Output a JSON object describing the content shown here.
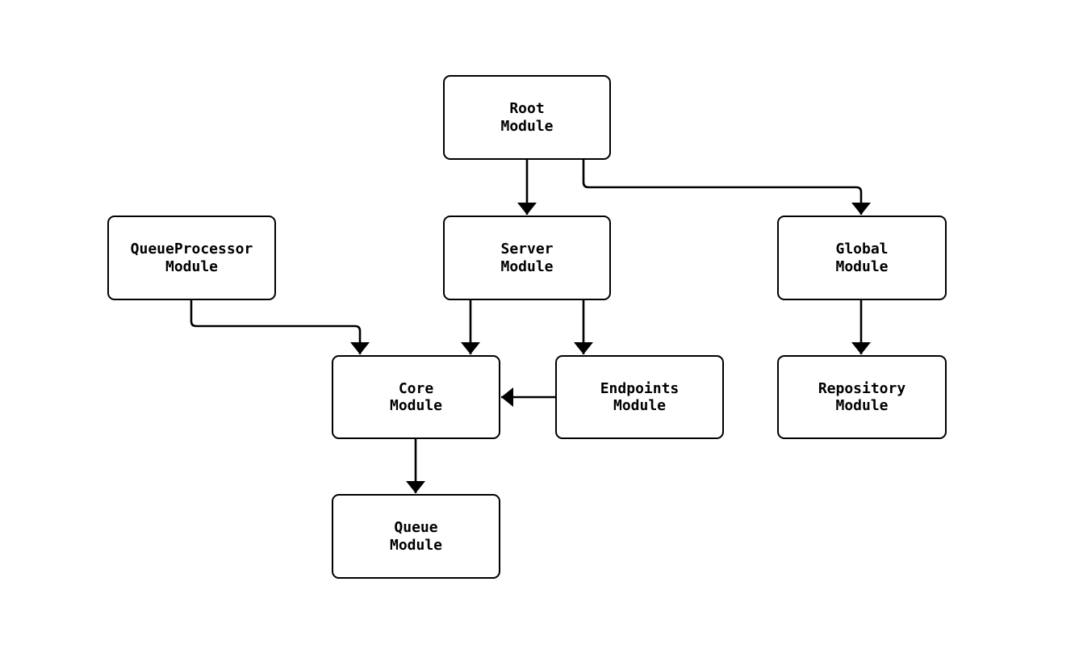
{
  "colors": {
    "stroke": "#000000",
    "canvas-bg": "#ffffff",
    "node-bg": "#ffffff"
  },
  "diagram": {
    "type": "module-dependency-graph",
    "nodes": [
      {
        "id": "root",
        "line1": "Root",
        "line2": "Module"
      },
      {
        "id": "queueprocessor",
        "line1": "QueueProcessor",
        "line2": "Module"
      },
      {
        "id": "server",
        "line1": "Server",
        "line2": "Module"
      },
      {
        "id": "global",
        "line1": "Global",
        "line2": "Module"
      },
      {
        "id": "core",
        "line1": "Core",
        "line2": "Module"
      },
      {
        "id": "endpoints",
        "line1": "Endpoints",
        "line2": "Module"
      },
      {
        "id": "repository",
        "line1": "Repository",
        "line2": "Module"
      },
      {
        "id": "queue",
        "line1": "Queue",
        "line2": "Module"
      }
    ],
    "edges": [
      {
        "from": "root",
        "to": "server"
      },
      {
        "from": "root",
        "to": "global"
      },
      {
        "from": "queueprocessor",
        "to": "core"
      },
      {
        "from": "server",
        "to": "core"
      },
      {
        "from": "server",
        "to": "endpoints"
      },
      {
        "from": "endpoints",
        "to": "core"
      },
      {
        "from": "global",
        "to": "repository"
      },
      {
        "from": "core",
        "to": "queue"
      }
    ]
  }
}
